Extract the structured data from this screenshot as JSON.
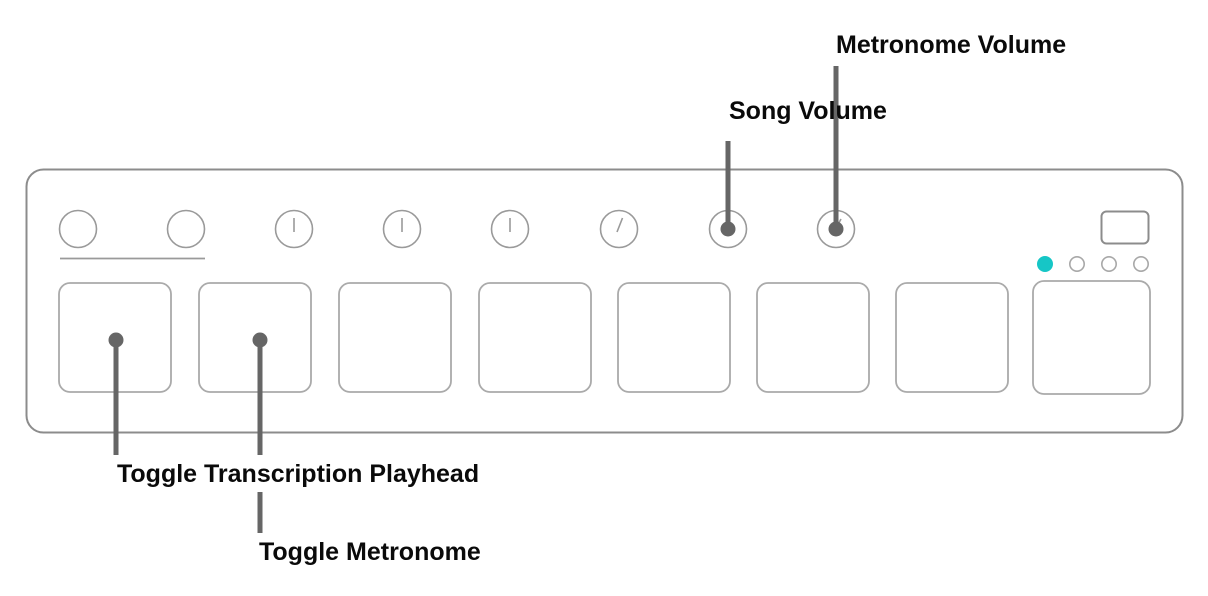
{
  "device": {
    "name": "midi-controller-pad-device",
    "outline_color": "#8c8c8c",
    "body_color": "#ffffff",
    "knob_color": "#9a9a9a",
    "pad_color": "#aaaaaa"
  },
  "knobs": [
    {
      "name": "knob-1",
      "label": "",
      "indicator": false,
      "indicator_angle": 0,
      "annotated": false
    },
    {
      "name": "knob-2",
      "label": "",
      "indicator": false,
      "indicator_angle": 0,
      "annotated": false
    },
    {
      "name": "knob-3",
      "label": "",
      "indicator": true,
      "indicator_angle": 0,
      "annotated": false
    },
    {
      "name": "knob-4",
      "label": "",
      "indicator": true,
      "indicator_angle": 0,
      "annotated": false
    },
    {
      "name": "knob-5",
      "label": "",
      "indicator": true,
      "indicator_angle": 0,
      "annotated": false
    },
    {
      "name": "knob-6",
      "label": "",
      "indicator": true,
      "indicator_angle": 14,
      "annotated": false
    },
    {
      "name": "knob-song-volume",
      "label": "Song Volume",
      "indicator": true,
      "indicator_angle": 0,
      "annotated": true
    },
    {
      "name": "knob-metronome-volume",
      "label": "Metronome Volume",
      "indicator": true,
      "indicator_angle": 26,
      "annotated": true
    }
  ],
  "pads": [
    {
      "name": "pad-toggle-transcription-playhead",
      "label": "Toggle Transcription Playhead",
      "annotated": true
    },
    {
      "name": "pad-toggle-metronome",
      "label": "Toggle Metronome",
      "annotated": true
    },
    {
      "name": "pad-3",
      "label": "",
      "annotated": false
    },
    {
      "name": "pad-4",
      "label": "",
      "annotated": false
    },
    {
      "name": "pad-5",
      "label": "",
      "annotated": false
    },
    {
      "name": "pad-6",
      "label": "",
      "annotated": false
    },
    {
      "name": "pad-7",
      "label": "",
      "annotated": false
    },
    {
      "name": "pad-8",
      "label": "",
      "annotated": false
    }
  ],
  "leds": [
    {
      "name": "led-1",
      "state": "on",
      "color": "#16c6c6"
    },
    {
      "name": "led-2",
      "state": "off",
      "color": "#a8a8a8"
    },
    {
      "name": "led-3",
      "state": "off",
      "color": "#a8a8a8"
    },
    {
      "name": "led-4",
      "state": "off",
      "color": "#a8a8a8"
    }
  ],
  "display": {
    "name": "device-display",
    "value": ""
  },
  "annotations": [
    {
      "id": "metronome-volume",
      "text": "Metronome Volume",
      "target": "knob-metronome-volume",
      "anchor": "above"
    },
    {
      "id": "song-volume",
      "text": "Song Volume",
      "target": "knob-song-volume",
      "anchor": "above"
    },
    {
      "id": "toggle-transcription-playhead",
      "text": "Toggle Transcription Playhead",
      "target": "pad-toggle-transcription-playhead",
      "anchor": "below"
    },
    {
      "id": "toggle-metronome",
      "text": "Toggle Metronome",
      "target": "pad-toggle-metronome",
      "anchor": "below"
    }
  ],
  "annotation_style": {
    "line_color": "#666666",
    "text_color": "#0a0a0a"
  }
}
